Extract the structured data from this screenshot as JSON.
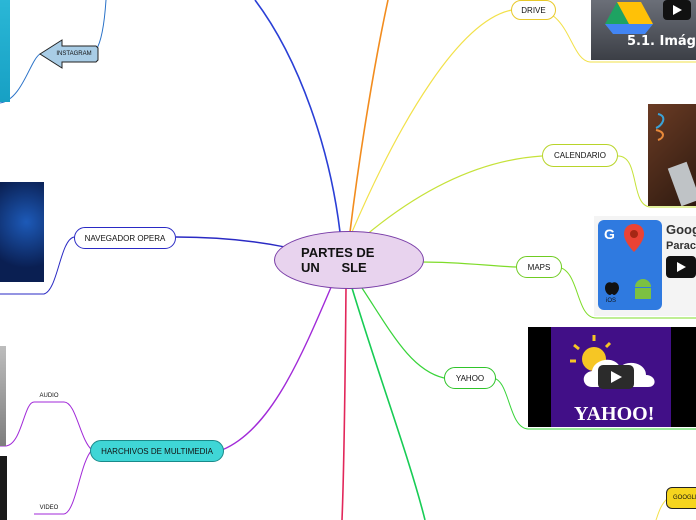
{
  "center": {
    "line1": "PARTES DE",
    "line2": "UN      SLE"
  },
  "nodes": {
    "drive": "DRIVE",
    "calendario": "CALENDARIO",
    "maps": "MAPS",
    "yahoo": "YAHOO",
    "google": "GOOGLE",
    "instagram": "INSTAGRAM",
    "navegador": "NAVEGADOR OPERA",
    "multimedia": "HARCHIVOS DE MULTIMEDIA",
    "audio": "AUDIO",
    "video": "VIDEO"
  },
  "thumbs": {
    "drive_caption": "5.1. Imág",
    "maps_title": "Goog",
    "maps_sub": "Parac",
    "maps_g": "G",
    "maps_ios": "iOS",
    "yahoo_logo": "YAHOO!"
  },
  "colors": {
    "center_fill": "#e8d3ee",
    "multimedia_fill": "#3fd6d6",
    "instagram_fill": "#a9cde6",
    "google_fill": "#f6d51e",
    "yahoo_bg": "#410f87"
  }
}
